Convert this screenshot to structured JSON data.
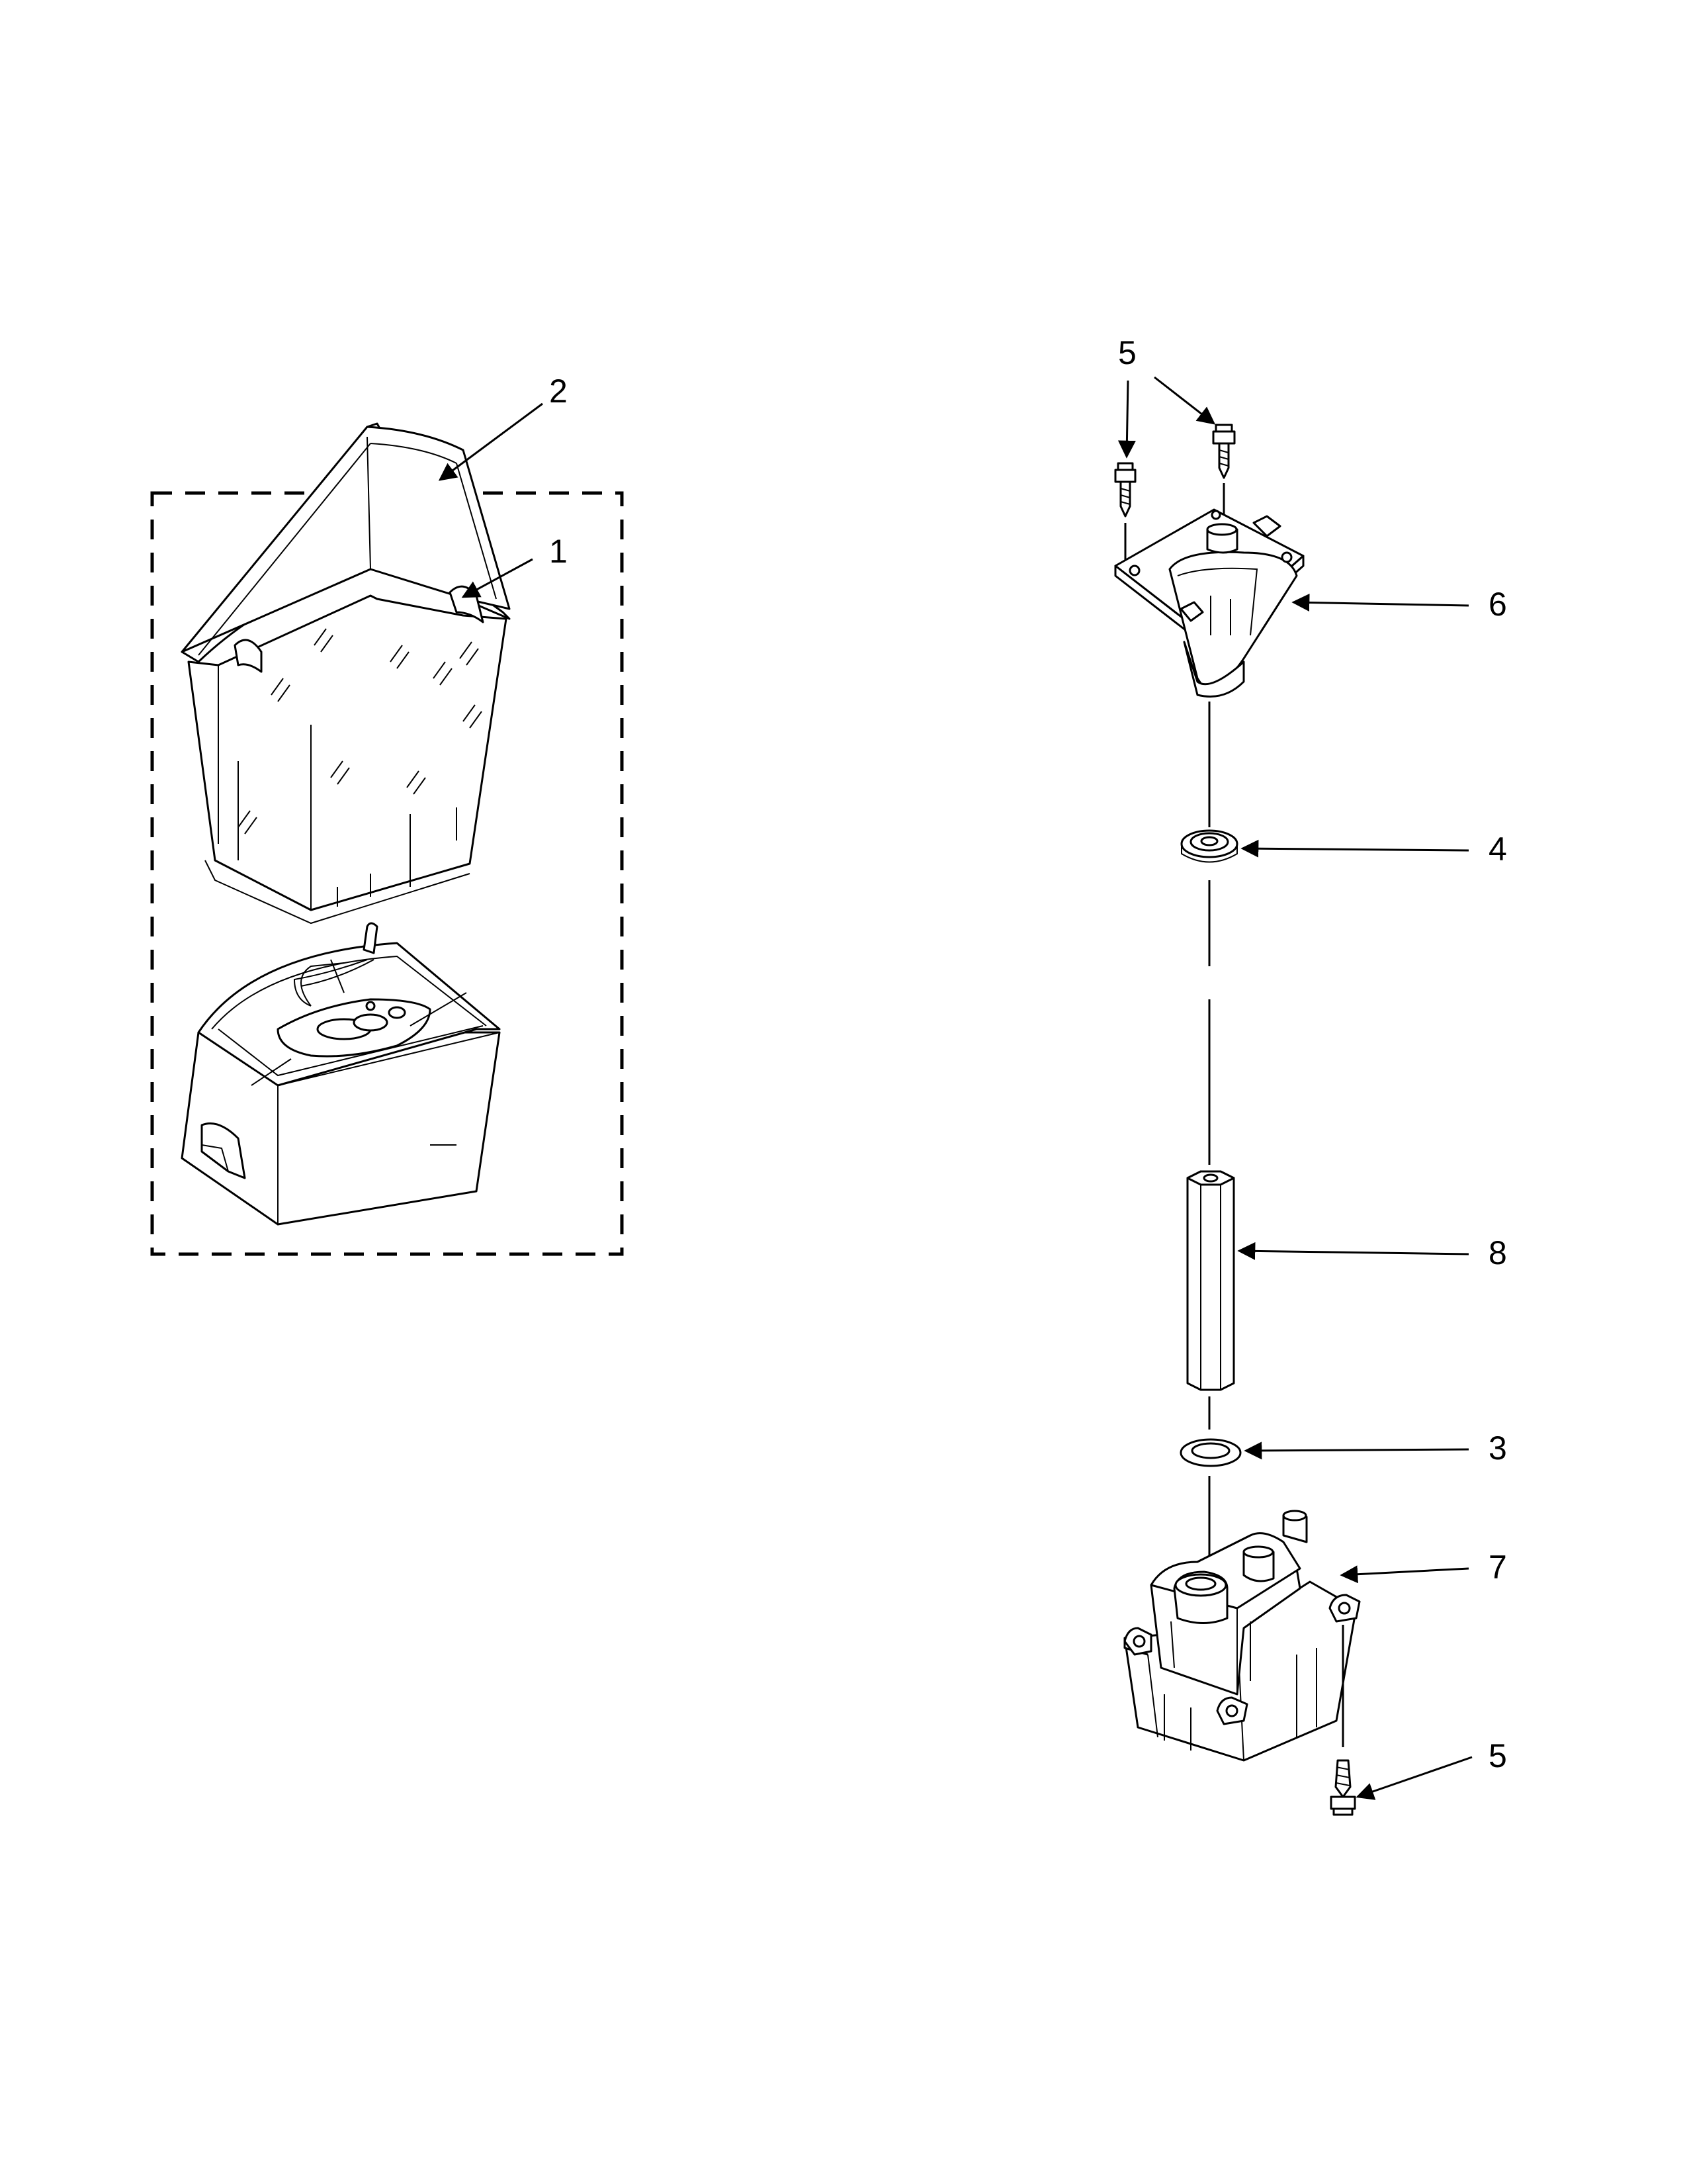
{
  "callouts": {
    "c1": "1",
    "c2": "2",
    "c3": "3",
    "c4": "4",
    "c5_top": "5",
    "c5_bottom": "5",
    "c6": "6",
    "c7": "7",
    "c8": "8"
  },
  "colors": {
    "line": "#000000",
    "background": "#ffffff"
  }
}
